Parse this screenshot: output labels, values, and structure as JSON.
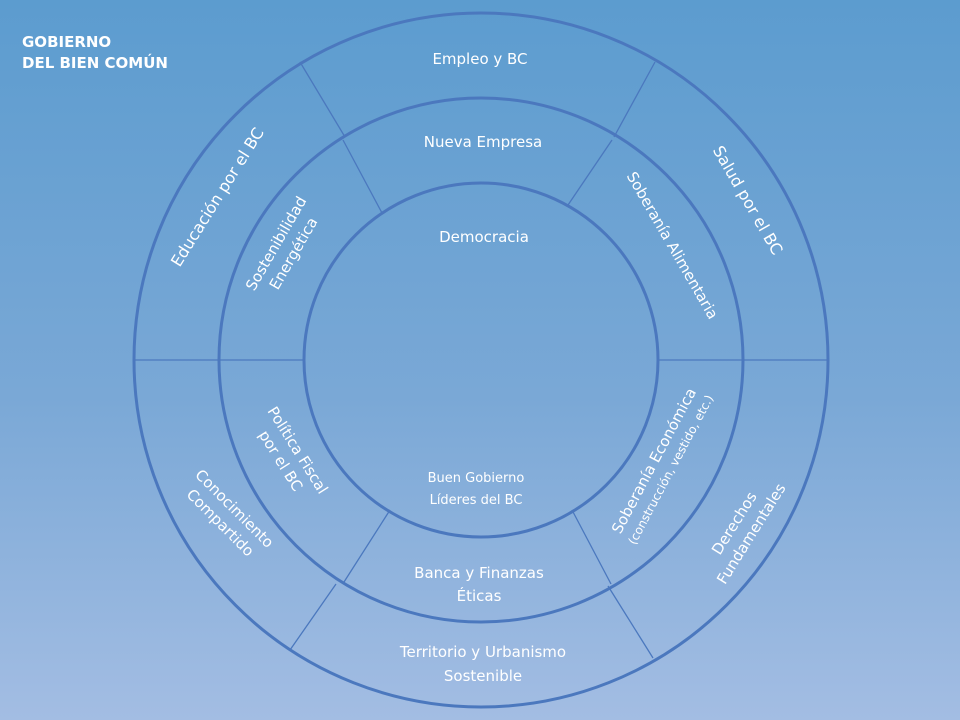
{
  "title": [
    "GOBIERNO",
    "DEL BIEN COMÚN"
  ],
  "center": {
    "top": "Democracia",
    "bottom": [
      "Buen Gobierno",
      "Líderes del BC"
    ]
  },
  "middle_ring": {
    "top": "Nueva Empresa",
    "upper_left": [
      "Sostenibilidad",
      "Energética"
    ],
    "upper_right": "Soberanía Alimentaria",
    "lower_left": [
      "Política Fiscal",
      "por el BC"
    ],
    "lower_right": [
      "Soberanía Económica",
      "(construcción, vestido, etc.)"
    ],
    "bottom": [
      "Banca y Finanzas",
      "Éticas"
    ]
  },
  "outer_ring": {
    "top": "Empleo y BC",
    "upper_left": "Educación por el BC",
    "upper_right": "Salud por el BC",
    "lower_left": [
      "Conocimiento",
      "Compartido"
    ],
    "lower_right": [
      "Derechos",
      "Fundamentales"
    ],
    "bottom": [
      "Territorio y Urbanismo",
      "Sostenible"
    ]
  },
  "colors": {
    "ring_stroke": "#4b78be",
    "text": "#ffffff"
  }
}
